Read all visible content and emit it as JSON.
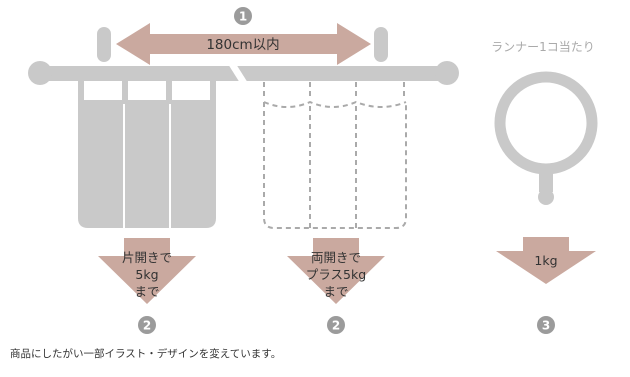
{
  "colors": {
    "gray": "#c9c9c9",
    "dark_gray": "#9b9b9b",
    "arrow": "#caa99f",
    "rod_break": "#ffffff"
  },
  "markers": {
    "m1": "1",
    "m2a": "2",
    "m2b": "2",
    "m3": "3"
  },
  "rod_length_label": "180cm以内",
  "runner_title": "ランナー1コ当たり",
  "left_arrow": {
    "line1": "片開きで",
    "line2": "5kg",
    "line3": "まで"
  },
  "middle_arrow": {
    "line1": "両開きで",
    "line2": "プラス5kg",
    "line3": "まで"
  },
  "runner_weight": "1kg",
  "note": "商品にしたがい一部イラスト・デザインを変えています。"
}
